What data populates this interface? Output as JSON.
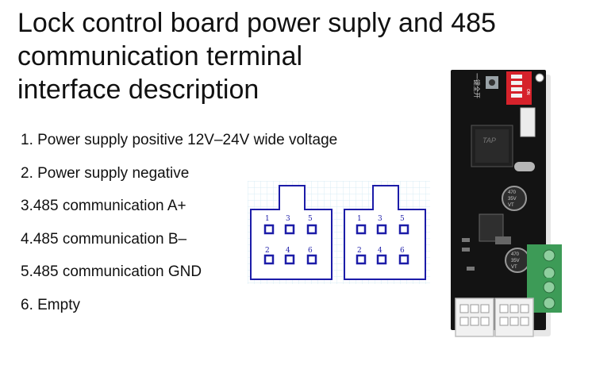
{
  "title": {
    "line1": "Lock control board power suply and 485",
    "line2": "communication terminal",
    "line3": "interface description"
  },
  "pins": [
    "1. Power supply positive 12V–24V wide voltage",
    "2. Power supply negative",
    "3.485 communication A+",
    "4.485 communication B–",
    "5.485 communication GND",
    "6. Empty"
  ],
  "connector_pin_numbers": {
    "top": [
      "1",
      "3",
      "5"
    ],
    "bottom": [
      "2",
      "4",
      "6"
    ]
  },
  "board": {
    "chip_text": "TAP",
    "capacitor_text": [
      "470",
      "35V",
      "VT"
    ],
    "dip_label": "ON",
    "silk_button": "一键全开"
  },
  "colors": {
    "board": "#131313",
    "terminal": "#3d9b57",
    "dip": "#d6222b",
    "connector_outline": "#1c1ca8",
    "grid": "#d8ecf6"
  }
}
